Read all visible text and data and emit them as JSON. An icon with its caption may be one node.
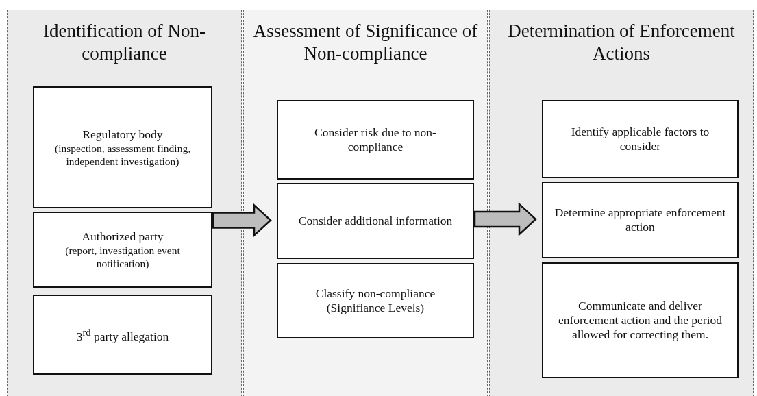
{
  "diagram": {
    "nodes": [
      {
        "text": [
          "Identification of Non-compliance"
        ]
      },
      {
        "text": [
          "Regulatory body",
          "(inspection, assessment finding, independent investigation)"
        ],
        "in": 0
      },
      {
        "text": [
          "Authorized party",
          "(report, investigation event notification)"
        ],
        "in": 0
      },
      {
        "text": [
          "3$^{rd}$ party allegation"
        ],
        "in": 0
      },
      {
        "text": [
          "Assessment of Significance of Non-compliance"
        ]
      },
      {
        "text": [
          "Consider risk due to non-compliance"
        ],
        "in": 4
      },
      {
        "text": [
          "Consider additional information"
        ],
        "in": 4
      },
      {
        "text": [
          "Classify non-compliance (Signifiance Levels)"
        ],
        "in": 4
      },
      {
        "text": [
          "Determination of Enforcement Actions"
        ]
      },
      {
        "text": [
          "Identify applicable factors to consider"
        ],
        "in": 8
      },
      {
        "text": [
          "Determine appropriate enforcement action"
        ],
        "in": 8
      },
      {
        "text": [
          "Communicate and deliver enforcement action and the period allowed for correcting them."
        ],
        "in": 8
      }
    ],
    "edges": [
      {
        "from": 2,
        "to": 6,
        "arrow": "to",
        "style": "thick"
      },
      {
        "from": 6,
        "to": 10,
        "arrow": "to",
        "style": "thick"
      }
    ]
  }
}
